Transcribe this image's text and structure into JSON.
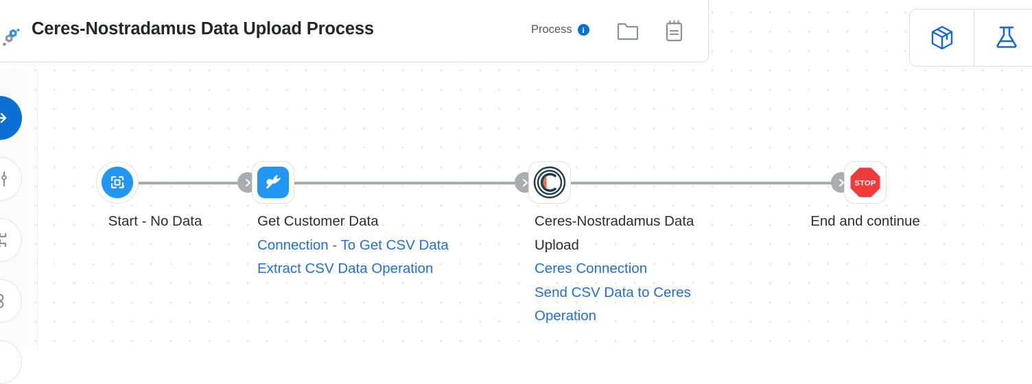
{
  "app": {
    "logo_icon": "boomi-hex-logo-icon"
  },
  "header": {
    "title": "Ceres-Nostradamus Data Upload Process",
    "type_label": "Process",
    "info_badge": "i",
    "folder_icon": "folder-icon",
    "notes_icon": "notepad-icon"
  },
  "toolbar": {
    "buttons": [
      {
        "icon": "package-cube-icon",
        "name": "deploy-package-button"
      },
      {
        "icon": "flask-icon",
        "name": "test-flask-button"
      }
    ]
  },
  "palette": {
    "items": [
      {
        "icon": "arrow-right-icon",
        "name": "palette-start-shape",
        "style": "primary"
      },
      {
        "icon": "sliders-icon",
        "name": "palette-logic-shape",
        "style": "plain"
      },
      {
        "icon": "puzzle-branch-icon",
        "name": "palette-connector-shape",
        "style": "plain"
      },
      {
        "icon": "two-circles-icon",
        "name": "palette-decision-shape",
        "style": "plain"
      }
    ]
  },
  "colors": {
    "accent_blue": "#0b6fd4",
    "node_blue": "#2196f3",
    "link_blue": "#1f6fdd",
    "stop_red": "#ef3b3b",
    "ceres_navy": "#1e3c50",
    "ceres_orange": "#e8743b",
    "edge_gray": "#a9abae",
    "dot_gray": "#e2e3e5"
  },
  "flow": {
    "nodes": [
      {
        "id": "start",
        "icon": "dashed-document-icon",
        "title": "Start - No Data",
        "links": []
      },
      {
        "id": "get-customer-data",
        "icon": "plug-connector-icon",
        "title": "Get Customer Data",
        "links": [
          "Connection - To Get CSV Data",
          "Extract CSV Data Operation"
        ]
      },
      {
        "id": "ceres-upload",
        "icon": "ceres-logo-icon",
        "title": "Ceres-Nostradamus Data Upload",
        "links": [
          "Ceres Connection",
          "Send CSV Data to Ceres Operation"
        ]
      },
      {
        "id": "end",
        "icon": "stop-sign-icon",
        "title": "End and continue",
        "links": []
      }
    ],
    "connectors": [
      {
        "name": "edge-start-to-get-customer-data"
      },
      {
        "name": "edge-get-customer-data-to-ceres"
      },
      {
        "name": "edge-ceres-to-end"
      }
    ]
  }
}
